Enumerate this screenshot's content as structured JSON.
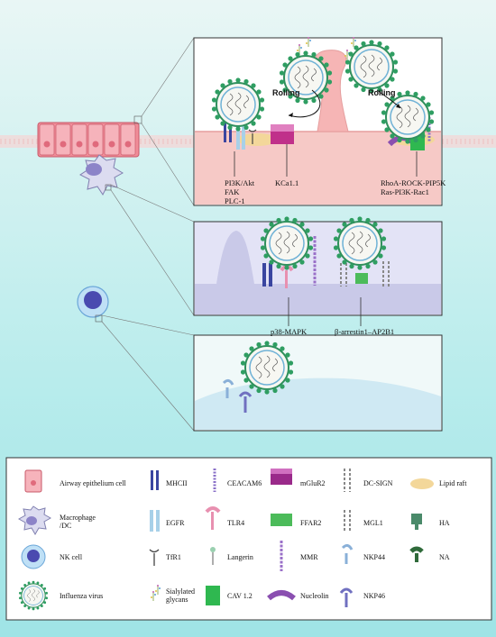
{
  "panels": {
    "top": {
      "rolling_left": "Rolling",
      "rolling_right": "Rolling",
      "pathway_left": [
        "PI3K/Akt",
        "FAK",
        "PLC-1"
      ],
      "pathway_mid": "KCa1.1",
      "pathway_right": [
        "RhoA-ROCK-PIP5K",
        "Ras-PI3K-Rac1"
      ]
    },
    "middle": {
      "pathway_left": "p38-MAPK",
      "pathway_right": "β-arrestin1–AP2B1"
    }
  },
  "legend": {
    "items": [
      {
        "icon": "airway-epithelium-icon",
        "label": "Airway epithelium cell"
      },
      {
        "icon": "mhcii-icon",
        "label": "MHCII"
      },
      {
        "icon": "ceacam6-icon",
        "label": "CEACAM6"
      },
      {
        "icon": "mglur2-icon",
        "label": "mGluR2"
      },
      {
        "icon": "dc-sign-icon",
        "label": "DC-SIGN"
      },
      {
        "icon": "lipid-raft-icon",
        "label": "Lipid raft"
      },
      {
        "icon": "macrophage-icon",
        "label": "Macrophage\n/DC"
      },
      {
        "icon": "egfr-icon",
        "label": "EGFR"
      },
      {
        "icon": "tlr4-icon",
        "label": "TLR4"
      },
      {
        "icon": "ffar2-icon",
        "label": "FFAR2"
      },
      {
        "icon": "mgl1-icon",
        "label": "MGL1"
      },
      {
        "icon": "ha-icon",
        "label": "HA"
      },
      {
        "icon": "nk-cell-icon",
        "label": "NK cell"
      },
      {
        "icon": "tfr1-icon",
        "label": "TfR1"
      },
      {
        "icon": "langerin-icon",
        "label": "Langerin"
      },
      {
        "icon": "mmr-icon",
        "label": "MMR"
      },
      {
        "icon": "nkp44-icon",
        "label": "NKP44"
      },
      {
        "icon": "na-icon",
        "label": "NA"
      },
      {
        "icon": "influenza-virus-icon",
        "label": "Influenza virus"
      },
      {
        "icon": "sialylated-glycans-icon",
        "label": "Sialylated\nglycans"
      },
      {
        "icon": "cav12-icon",
        "label": "CAV 1.2"
      },
      {
        "icon": "nucleolin-icon",
        "label": "Nucleolin"
      },
      {
        "icon": "nkp46-icon",
        "label": "NKP46"
      }
    ]
  },
  "colors": {
    "background_top": "#e9f6f5",
    "background_bottom": "#9fe4e6",
    "epithelium": "#f2a0a8",
    "membrane": "#f6c9c6",
    "virus_spikes": "#3aa36b",
    "lipid_raft": "#f3d79a"
  }
}
